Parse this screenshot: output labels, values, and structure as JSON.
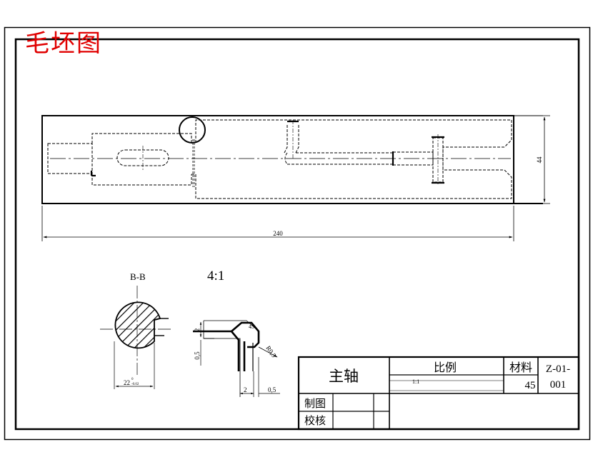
{
  "stamp": {
    "text": "毛坯图",
    "color": "#e00000"
  },
  "main_view": {
    "length_dim": "240",
    "height_dim": "44"
  },
  "section": {
    "label": "B-B",
    "width_dim": "22",
    "tol_upper": "0",
    "tol_lower": "-0.02"
  },
  "detail": {
    "scale": "4:1",
    "dim_a": "2",
    "dim_b": "0,5",
    "dim_c": "2",
    "dim_d": "0,5",
    "angle": "45",
    "radius": "R0,5"
  },
  "title_block": {
    "part_name": "主轴",
    "scale_label": "比例",
    "scale_value": "1:1",
    "material_label": "材料",
    "material_value": "45",
    "drawing_no_line1": "Z-01-",
    "drawing_no_line2": "001",
    "drawn_by_label": "制图",
    "checked_by_label": "校核"
  }
}
